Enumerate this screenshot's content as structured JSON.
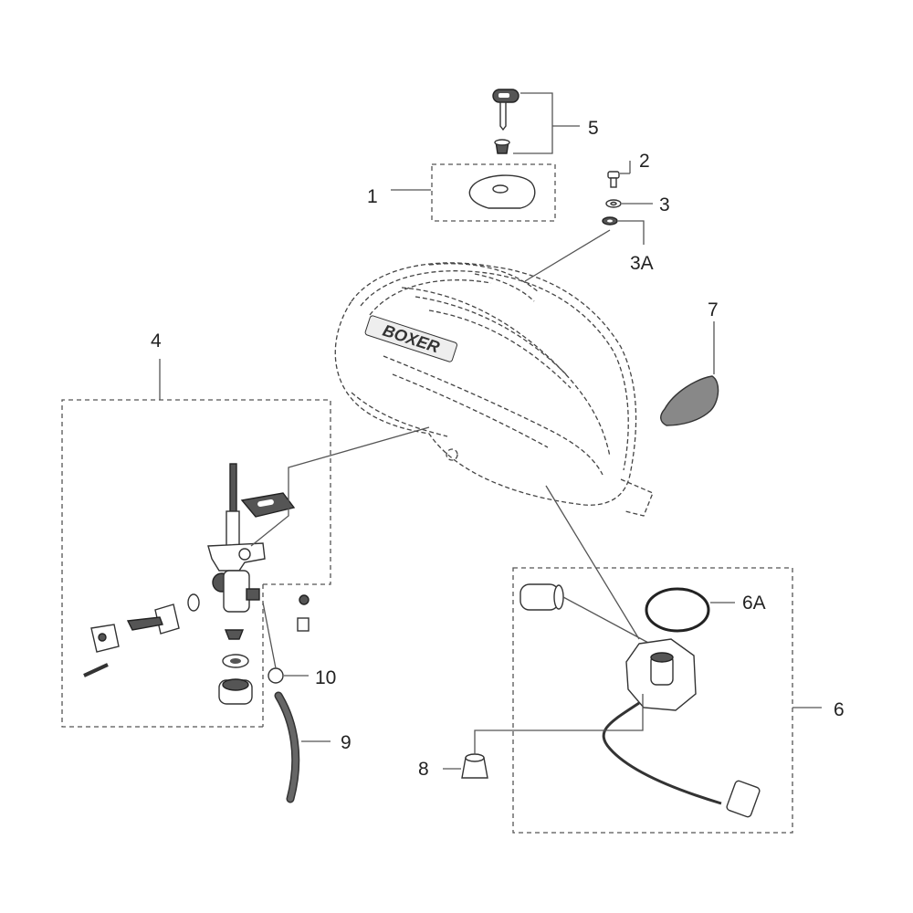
{
  "diagram": {
    "brand_text": "BOXER",
    "callouts": [
      {
        "id": "1",
        "label": "1"
      },
      {
        "id": "2",
        "label": "2"
      },
      {
        "id": "3",
        "label": "3"
      },
      {
        "id": "3A",
        "label": "3A"
      },
      {
        "id": "4",
        "label": "4"
      },
      {
        "id": "5",
        "label": "5"
      },
      {
        "id": "6",
        "label": "6"
      },
      {
        "id": "6A",
        "label": "6A"
      },
      {
        "id": "7",
        "label": "7"
      },
      {
        "id": "8",
        "label": "8"
      },
      {
        "id": "9",
        "label": "9"
      },
      {
        "id": "10",
        "label": "10"
      }
    ]
  }
}
